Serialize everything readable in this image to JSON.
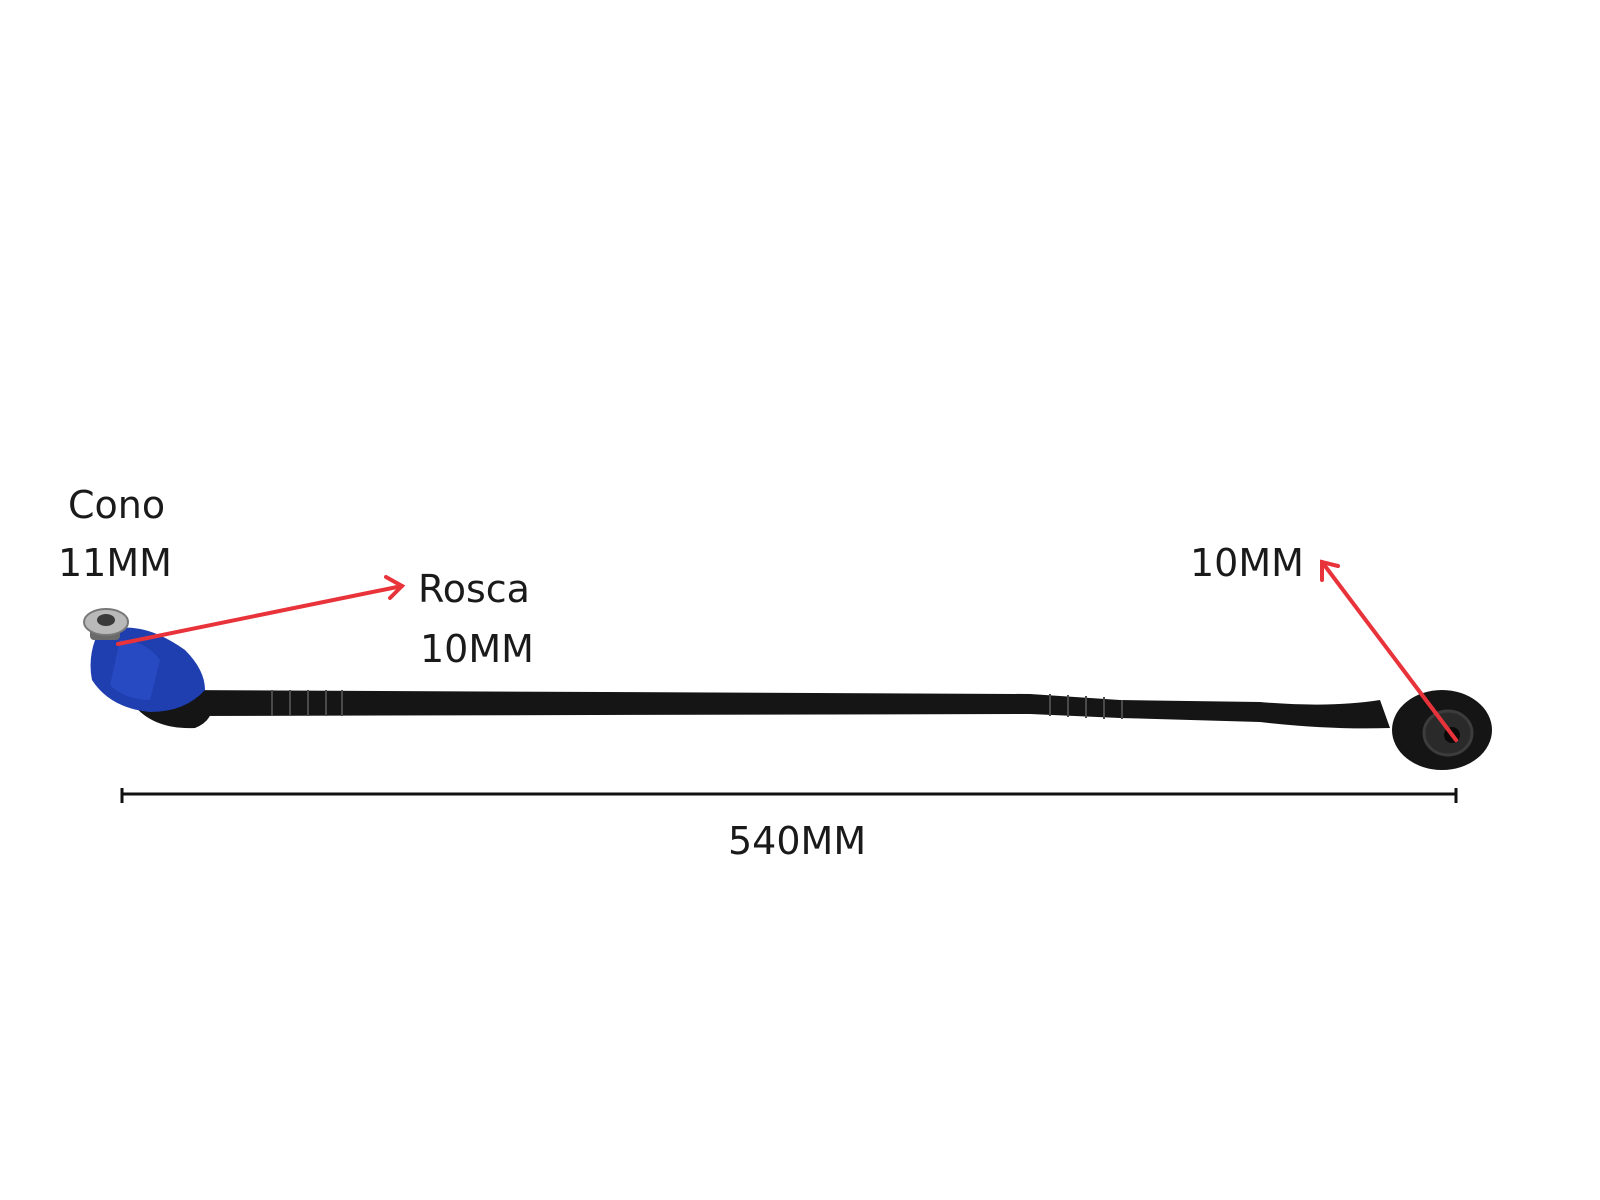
{
  "annotations": {
    "cone_title": "Cono",
    "cone_value": "11MM",
    "thread_title": "Rosca",
    "thread_value": "10MM",
    "eye_value": "10MM",
    "overall_length": "540MM"
  },
  "colors": {
    "background": "#ffffff",
    "rod": "#151515",
    "cone_boot": "#1f3fb0",
    "arrow": "#e8333a",
    "dimension_line": "#111111",
    "bushing": "#2a2a2a"
  }
}
